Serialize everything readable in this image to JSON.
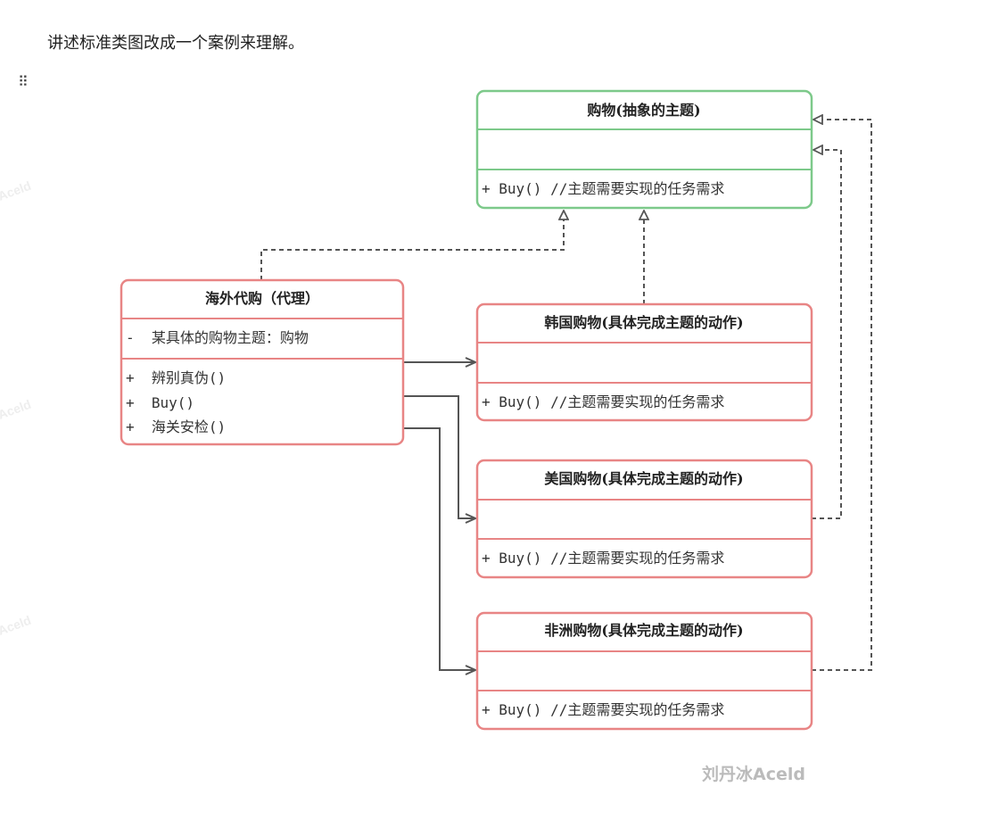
{
  "intro": "讲述标准类图改成一个案例来理解。",
  "drag_handle_icon": "drag-handle-icon",
  "colors": {
    "subject_border": "#7dc98a",
    "class_border": "#e88585",
    "arrow": "#555555"
  },
  "diagram": {
    "subject": {
      "title": "购物(抽象的主题)",
      "method": "+ Buy() //主题需要实现的任务需求"
    },
    "proxy": {
      "title": "海外代购（代理）",
      "attribute": "-  某具体的购物主题：购物",
      "methods": [
        "+  辨别真伪()",
        "+  Buy()",
        "+  海关安检()"
      ]
    },
    "korea": {
      "title": "韩国购物(具体完成主题的动作)",
      "method": "+ Buy() //主题需要实现的任务需求"
    },
    "usa": {
      "title": "美国购物(具体完成主题的动作)",
      "method": "+ Buy() //主题需要实现的任务需求"
    },
    "africa": {
      "title": "非洲购物(具体完成主题的动作)",
      "method": "+ Buy() //主题需要实现的任务需求"
    },
    "watermark": "Aceld",
    "signature": "刘丹冰Aceld"
  }
}
